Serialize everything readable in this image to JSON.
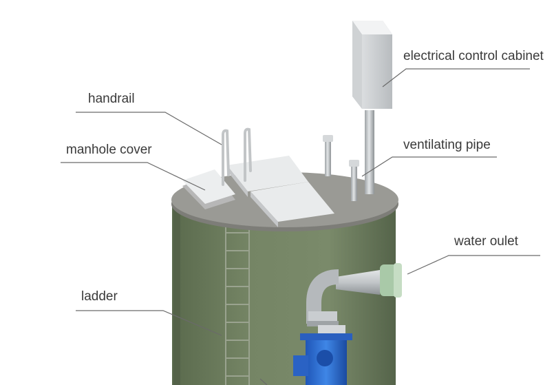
{
  "labels": {
    "handrail": "handrail",
    "manhole_cover": "manhole cover",
    "electrical_control_cabinet": "electrical control cabinet",
    "ventilating_pipe": "ventilating pipe",
    "water_outlet": "water oulet",
    "ladder": "ladder"
  },
  "colors": {
    "tank_body": "#6e7d5f",
    "tank_top": "#8f8f8a",
    "pipe": "#b9bdc0",
    "pump": "#2f6fd0",
    "cabinet": "#d7d9db",
    "leader_line": "#6a6a6a"
  }
}
